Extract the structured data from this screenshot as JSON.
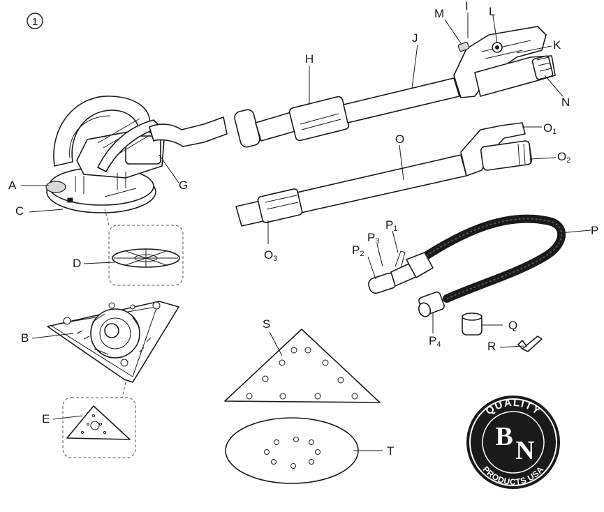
{
  "figure_number": "①",
  "labels": {
    "A": "A",
    "B": "B",
    "C": "C",
    "D": "D",
    "E": "E",
    "G": "G",
    "H": "H",
    "I": "I",
    "J": "J",
    "K": "K",
    "L": "L",
    "M": "M",
    "N": "N",
    "O": "O",
    "O1_base": "O",
    "O1_sub": "1",
    "O2_base": "O",
    "O2_sub": "2",
    "O3_base": "O",
    "O3_sub": "3",
    "P": "P",
    "P1_base": "P",
    "P1_sub": "1",
    "P2_base": "P",
    "P2_sub": "2",
    "P3_base": "P",
    "P3_sub": "3",
    "P4_base": "P",
    "P4_sub": "4",
    "Q": "Q",
    "R": "R",
    "S": "S",
    "T": "T"
  },
  "logo": {
    "top_text": "QUALITY",
    "bottom_text": "PRODUCTS USA",
    "letter_1": "B",
    "letter_2": "N"
  }
}
